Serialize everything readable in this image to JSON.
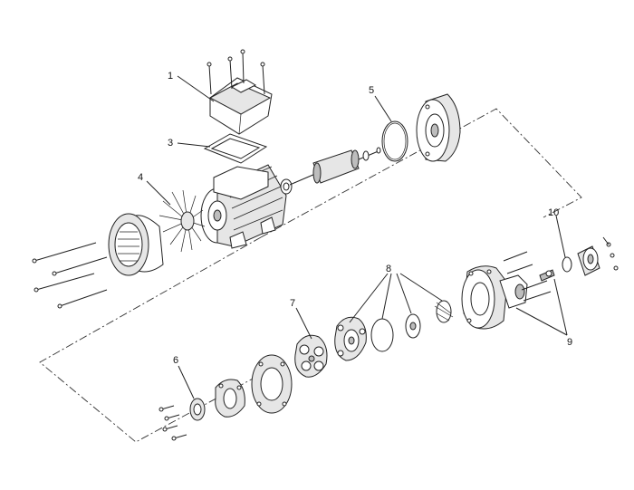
{
  "labels": {
    "l1": "1",
    "l3": "3",
    "l4": "4",
    "l5": "5",
    "l6": "6",
    "l7": "7",
    "l8": "8",
    "l9": "9",
    "l10": "10"
  }
}
